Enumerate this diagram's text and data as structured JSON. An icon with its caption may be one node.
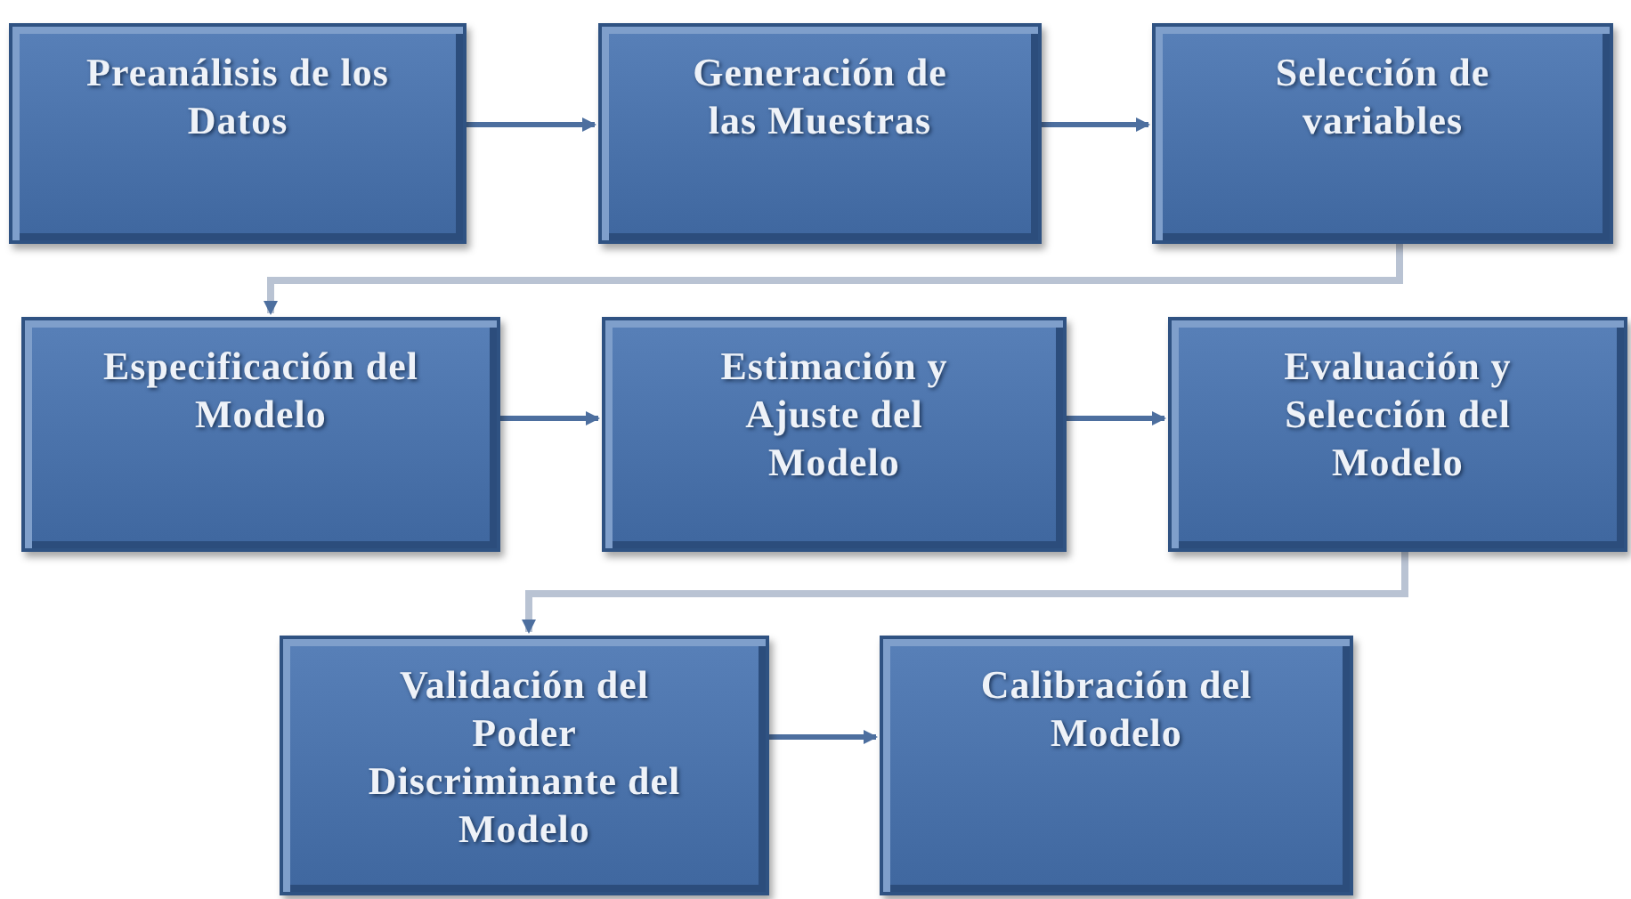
{
  "diagram": {
    "nodes": [
      {
        "text": [
          "Preanálisis de los Datos"
        ]
      },
      {
        "text": [
          "Generación de las Muestras"
        ]
      },
      {
        "text": [
          "Selección de variables"
        ]
      },
      {
        "text": [
          "Especificación del Modelo"
        ]
      },
      {
        "text": [
          "Estimación y Ajuste del Modelo"
        ]
      },
      {
        "text": [
          "Evaluación y Selección del Modelo"
        ]
      },
      {
        "text": [
          "Validación del Poder Discriminante del Modelo"
        ]
      },
      {
        "text": [
          "Calibración del Modelo"
        ]
      }
    ],
    "edges": [
      {
        "from": 0,
        "to": 1,
        "arrow": "to"
      },
      {
        "from": 1,
        "to": 2,
        "arrow": "to"
      },
      {
        "from": 2,
        "to": 3,
        "arrow": "to",
        "color": "#b9c3d3"
      },
      {
        "from": 3,
        "to": 4,
        "arrow": "to"
      },
      {
        "from": 4,
        "to": 5,
        "arrow": "to"
      },
      {
        "from": 5,
        "to": 6,
        "arrow": "to",
        "color": "#b9c3d3"
      },
      {
        "from": 6,
        "to": 7,
        "arrow": "to"
      }
    ]
  }
}
